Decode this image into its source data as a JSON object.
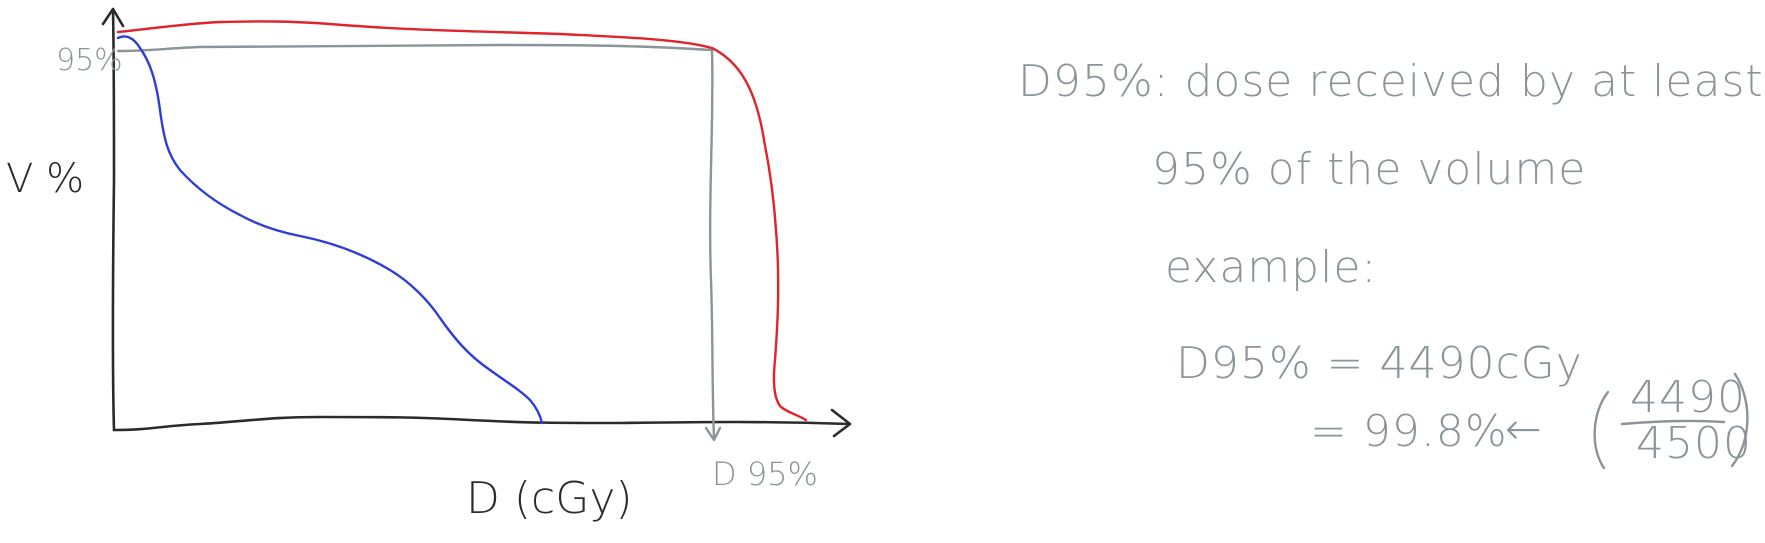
{
  "diagram": {
    "y_axis_label": "V %",
    "y_tick_label": "95%",
    "x_axis_label": "D (cGy)",
    "x_marker_label": "D 95%",
    "colors": {
      "axes": "#2b2b2b",
      "annotation": "#8a9599",
      "red_curve": "#e0242c",
      "blue_curve": "#2f3ed6"
    }
  },
  "notes": {
    "line1": "D95%: dose received by at least",
    "line2": "95% of the volume",
    "line3": "example:",
    "line4": "D95% = 4490cGy",
    "line5": "= 99.8%",
    "arrow": "←",
    "fraction_numerator": "4490",
    "fraction_denominator": "4500"
  }
}
